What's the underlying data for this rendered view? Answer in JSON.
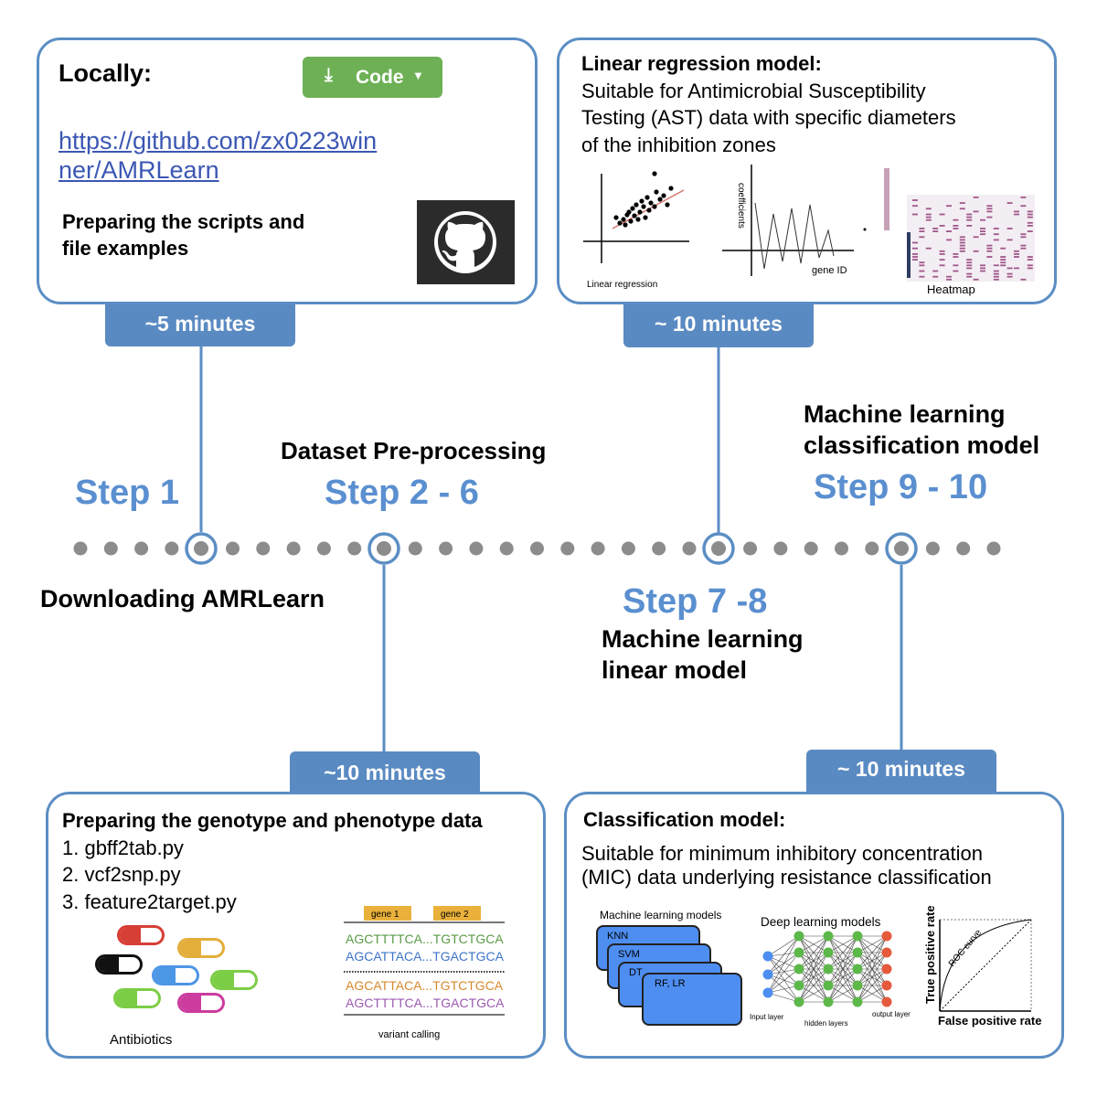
{
  "box1": {
    "title": "Locally:",
    "code_button": "Code",
    "link_line1": "https://github.com/zx0223win",
    "link_line2": "ner/AMRLearn",
    "desc_line1": "Preparing the scripts and",
    "desc_line2": "file examples",
    "time": "~5 minutes"
  },
  "box2": {
    "title": "Linear regression model:",
    "line1": "Suitable for Antimicrobial Susceptibility",
    "line2": "Testing (AST) data with specific diameters",
    "line3": "of the inhibition zones",
    "caption_lr": "Linear regression",
    "ylabel_coef": "coefficients",
    "xlabel_gene": "gene ID",
    "caption_heatmap": "Heatmap",
    "time": "~ 10 minutes"
  },
  "box3": {
    "time": "~10 minutes",
    "title": "Preparing the genotype and phenotype data",
    "items": [
      "1. gbff2tab.py",
      "2. vcf2snp.py",
      "3. feature2target.py"
    ],
    "caption_antibiotics": "Antibiotics",
    "gene1": "gene 1",
    "gene2": "gene 2",
    "seqs": [
      "AGCTTTTCA...TGTCTGCA",
      "AGCATTACA...TGACTGCA",
      "AGCATTACA...TGTCTGCA",
      "AGCTTTTCA...TGACTGCA"
    ],
    "caption_variant": "variant calling"
  },
  "box4": {
    "time": "~ 10 minutes",
    "title": "Classification model:",
    "line1": "Suitable for minimum inhibitory concentration",
    "line2": "(MIC) data underlying resistance classification",
    "ml_title": "Machine learning models",
    "ml_models": [
      "KNN",
      "SVM",
      "DT",
      "RF, LR"
    ],
    "dl_title": "Deep learning models",
    "input_layer": "Input layer",
    "hidden_layers": "hidden layers",
    "output_layer": "output layer",
    "roc_y": "True positive rate",
    "roc_x": "False positive rate",
    "roc_curve": "ROC curve"
  },
  "timeline": {
    "step1": "Step 1",
    "step1_label": "Downloading AMRLearn",
    "step2": "Step 2 - 6",
    "step2_label": "Dataset Pre-processing",
    "step3": "Step 7 -8",
    "step3_label_line1": "Machine learning",
    "step3_label_line2": "linear model",
    "step4": "Step 9 - 10",
    "step4_label_line1": "Machine learning",
    "step4_label_line2": "classification model"
  },
  "colors": {
    "accent": "#5a8ac2",
    "step_text": "#5a8fd0",
    "dot": "#8c8c8c",
    "link": "#3b57b4",
    "code_button": "#6db055"
  }
}
